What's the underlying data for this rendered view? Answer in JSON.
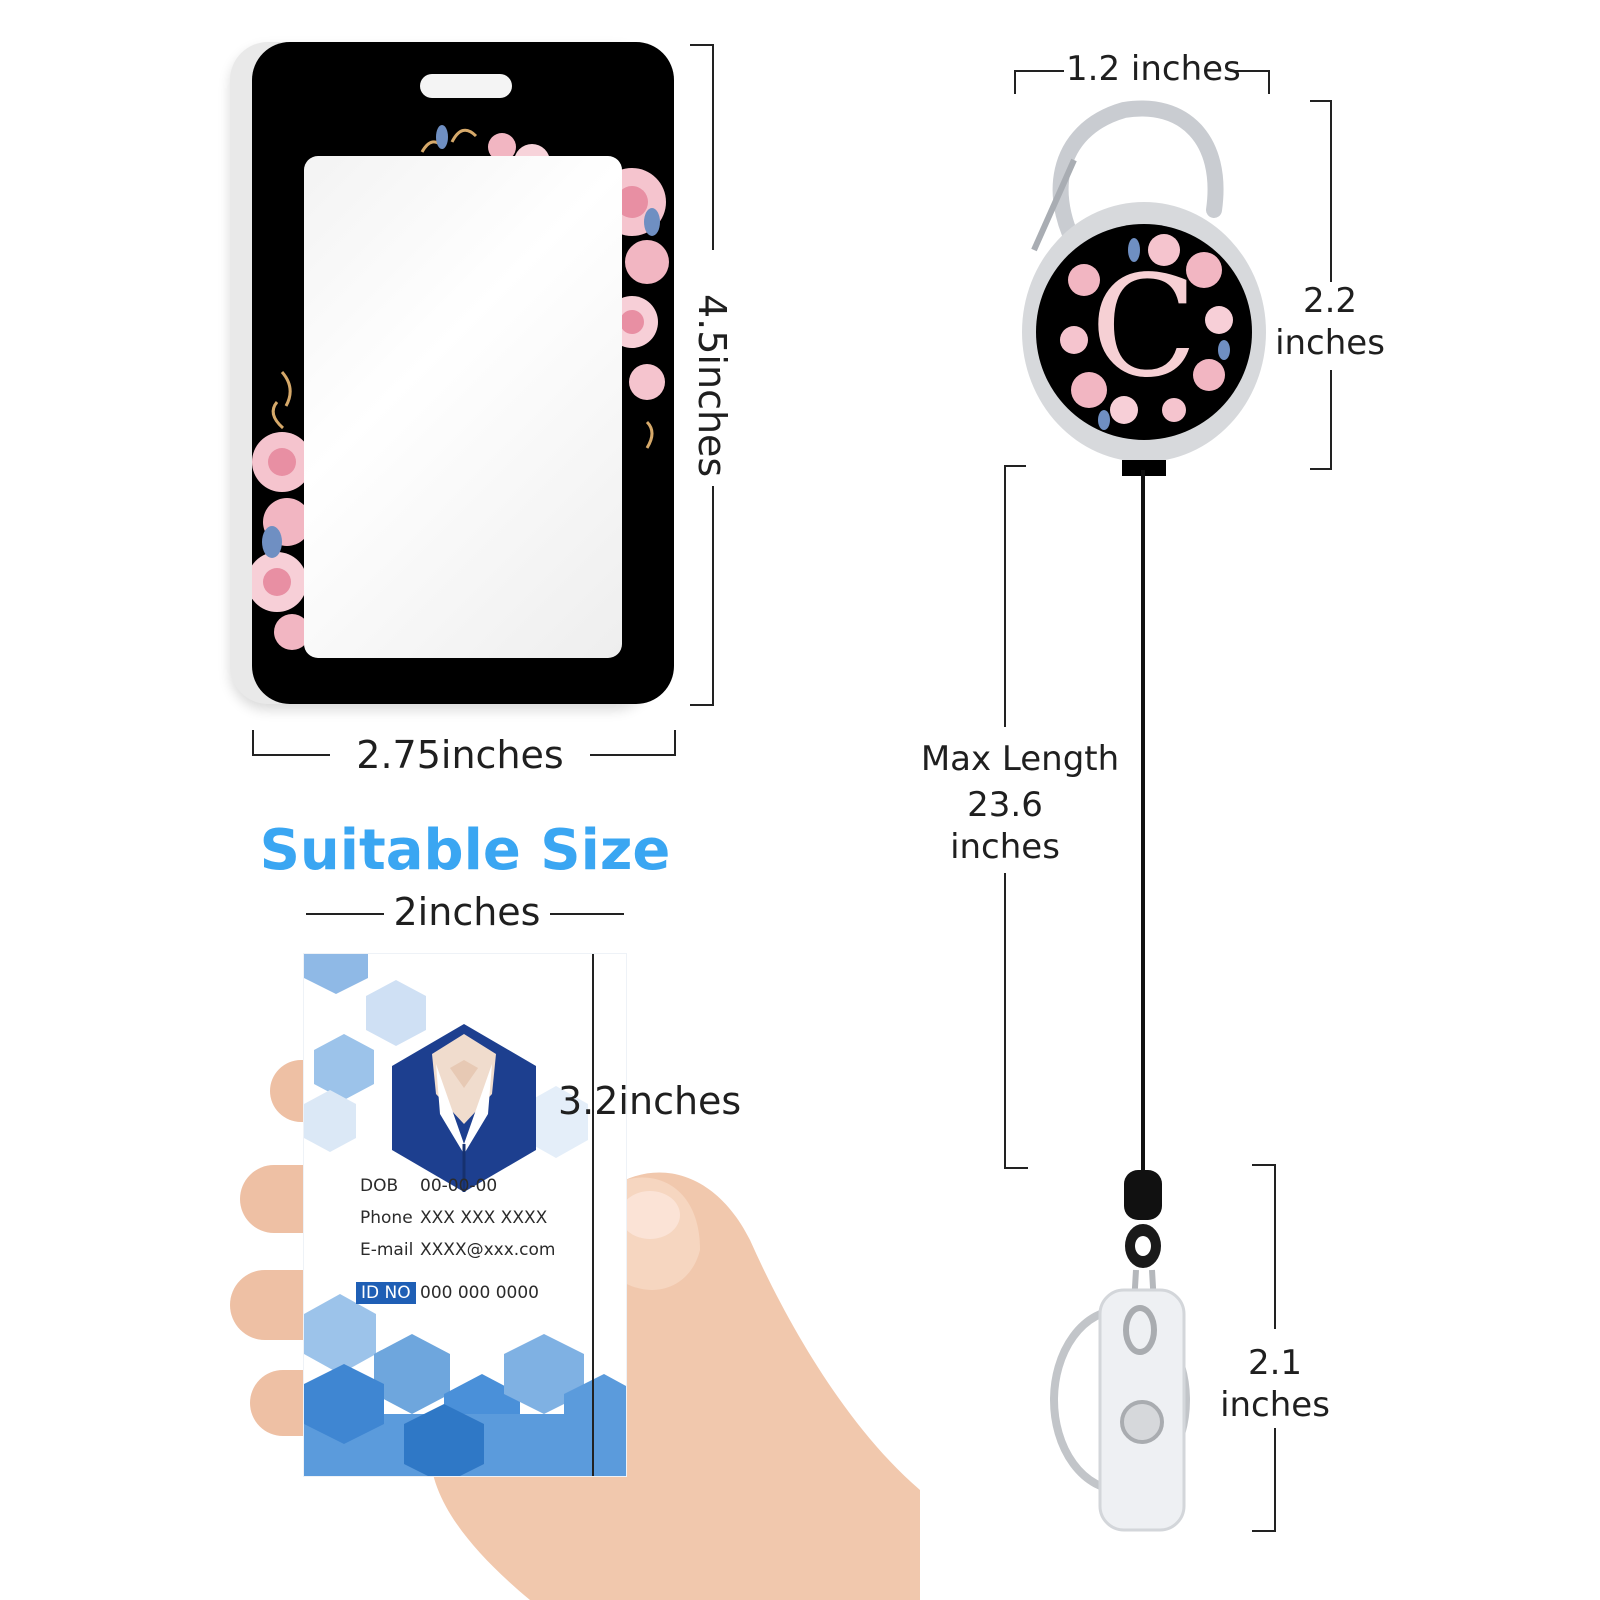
{
  "holder": {
    "height_label": "4.5inches",
    "width_label": "2.75inches"
  },
  "section_title": "Suitable Size",
  "card": {
    "width_label": "2inches",
    "height_label": "3.2inches",
    "fields": [
      {
        "label": "DOB",
        "value": "00-00-00"
      },
      {
        "label": "Phone",
        "value": "XXX XXX XXXX"
      },
      {
        "label": "E-mail",
        "value": "XXXX@xxx.com"
      }
    ],
    "id_label": "ID NO",
    "id_value": "000 000 0000"
  },
  "reel": {
    "width_label": "1.2 inches",
    "height_label_1": "2.2",
    "height_label_2": "inches",
    "letter": "C",
    "cord_label_1": "Max Length",
    "cord_label_2": "23.6",
    "cord_label_3": "inches",
    "clip_label_1": "2.1",
    "clip_label_2": "inches"
  },
  "colors": {
    "title_blue": "#3aa6f2",
    "holder_black": "#000000",
    "rose_pink": "#f2b6c2",
    "card_blue": "#4a90d9",
    "id_badge_blue": "#1f5fb5"
  }
}
